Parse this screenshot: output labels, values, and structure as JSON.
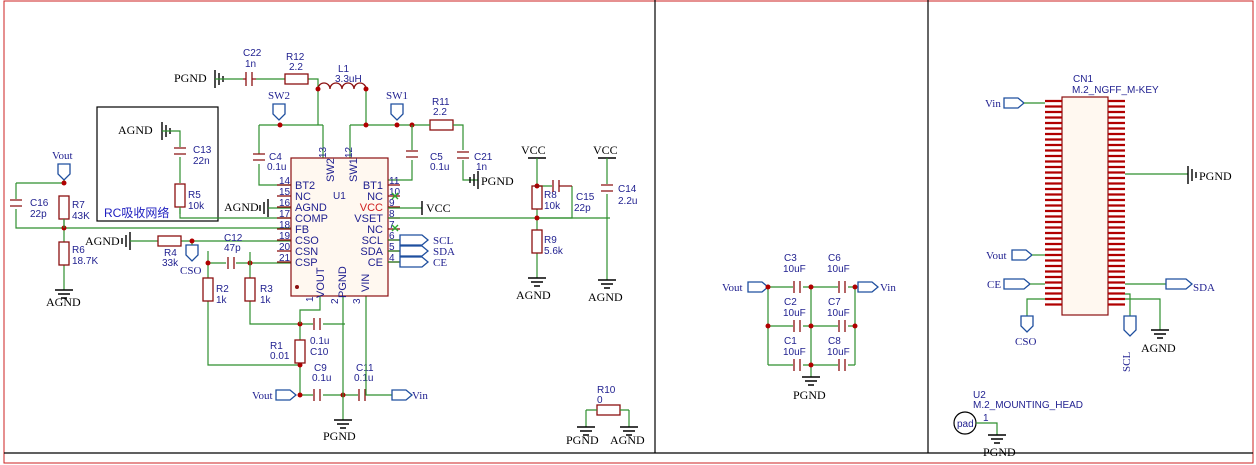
{
  "components": {
    "c22": {
      "ref": "C22",
      "value": "1n"
    },
    "r12": {
      "ref": "R12",
      "value": "2.2"
    },
    "l1": {
      "ref": "L1",
      "value": "3.3uH"
    },
    "r11": {
      "ref": "R11",
      "value": "2.2"
    },
    "c13": {
      "ref": "C13",
      "value": "22n"
    },
    "r5": {
      "ref": "R5",
      "value": "10k"
    },
    "c4": {
      "ref": "C4",
      "value": "0.1u"
    },
    "c5": {
      "ref": "C5",
      "value": "0.1u"
    },
    "c21": {
      "ref": "C21",
      "value": "1n"
    },
    "c16": {
      "ref": "C16",
      "value": "22p"
    },
    "r7": {
      "ref": "R7",
      "value": "43K"
    },
    "r6": {
      "ref": "R6",
      "value": "18.7K"
    },
    "r4": {
      "ref": "R4",
      "value": "33k"
    },
    "c12": {
      "ref": "C12",
      "value": "47p"
    },
    "r2": {
      "ref": "R2",
      "value": "1k"
    },
    "r3": {
      "ref": "R3",
      "value": "1k"
    },
    "r1": {
      "ref": "R1",
      "value": "0.01"
    },
    "c10": {
      "ref": "C10",
      "value": "0.1u"
    },
    "c9": {
      "ref": "C9",
      "value": "0.1u"
    },
    "c11": {
      "ref": "C11",
      "value": "0.1u"
    },
    "r8": {
      "ref": "R8",
      "value": "10k"
    },
    "r9": {
      "ref": "R9",
      "value": "5.6k"
    },
    "c15": {
      "ref": "C15",
      "value": "22p"
    },
    "c14": {
      "ref": "C14",
      "value": "2.2u"
    },
    "r10": {
      "ref": "R10",
      "value": "0"
    },
    "c3": {
      "ref": "C3",
      "value": "10uF"
    },
    "c6": {
      "ref": "C6",
      "value": "10uF"
    },
    "c2": {
      "ref": "C2",
      "value": "10uF"
    },
    "c7": {
      "ref": "C7",
      "value": "10uF"
    },
    "c1": {
      "ref": "C1",
      "value": "10uF"
    },
    "c8": {
      "ref": "C8",
      "value": "10uF"
    },
    "u1": {
      "ref": "U1"
    },
    "cn1": {
      "ref": "CN1",
      "value": "M.2_NGFF_M-KEY"
    },
    "u2": {
      "ref": "U2",
      "value": "M.2_MOUNTING_HEAD",
      "pad_label": "pad",
      "pad_pin": "1"
    }
  },
  "ic_u1": {
    "left_pins": [
      {
        "num": "14",
        "name": "BT2"
      },
      {
        "num": "15",
        "name": "NC"
      },
      {
        "num": "16",
        "name": "AGND"
      },
      {
        "num": "17",
        "name": "COMP"
      },
      {
        "num": "18",
        "name": "FB"
      },
      {
        "num": "19",
        "name": "CSO"
      },
      {
        "num": "20",
        "name": "CSN"
      },
      {
        "num": "21",
        "name": "CSP"
      }
    ],
    "right_pins": [
      {
        "num": "11",
        "name": "BT1"
      },
      {
        "num": "10",
        "name": "NC"
      },
      {
        "num": "9",
        "name": "VCC"
      },
      {
        "num": "8",
        "name": "VSET"
      },
      {
        "num": "7",
        "name": "NC"
      },
      {
        "num": "6",
        "name": "SCL"
      },
      {
        "num": "5",
        "name": "SDA"
      },
      {
        "num": "4",
        "name": "CE"
      }
    ],
    "top_pins": [
      {
        "num": "13",
        "name": "SW2"
      },
      {
        "num": "12",
        "name": "SW1"
      }
    ],
    "bottom_pins": [
      {
        "num": "1",
        "name": "VOUT"
      },
      {
        "num": "2",
        "name": "PGND"
      },
      {
        "num": "3",
        "name": "VIN"
      }
    ]
  },
  "nets": {
    "pgnd": "PGND",
    "agnd": "AGND",
    "vcc": "VCC",
    "vout": "Vout",
    "vin": "Vin",
    "sw1": "SW1",
    "sw2": "SW2",
    "cso": "CSO",
    "scl": "SCL",
    "sda": "SDA",
    "ce": "CE"
  },
  "snubber_label": "RC吸收网络",
  "colors": {
    "wire": "#2f8f2f",
    "component": "#8b1010",
    "junction": "#b00000",
    "port": "#1f4f9f",
    "text": "#1f1f8f"
  }
}
